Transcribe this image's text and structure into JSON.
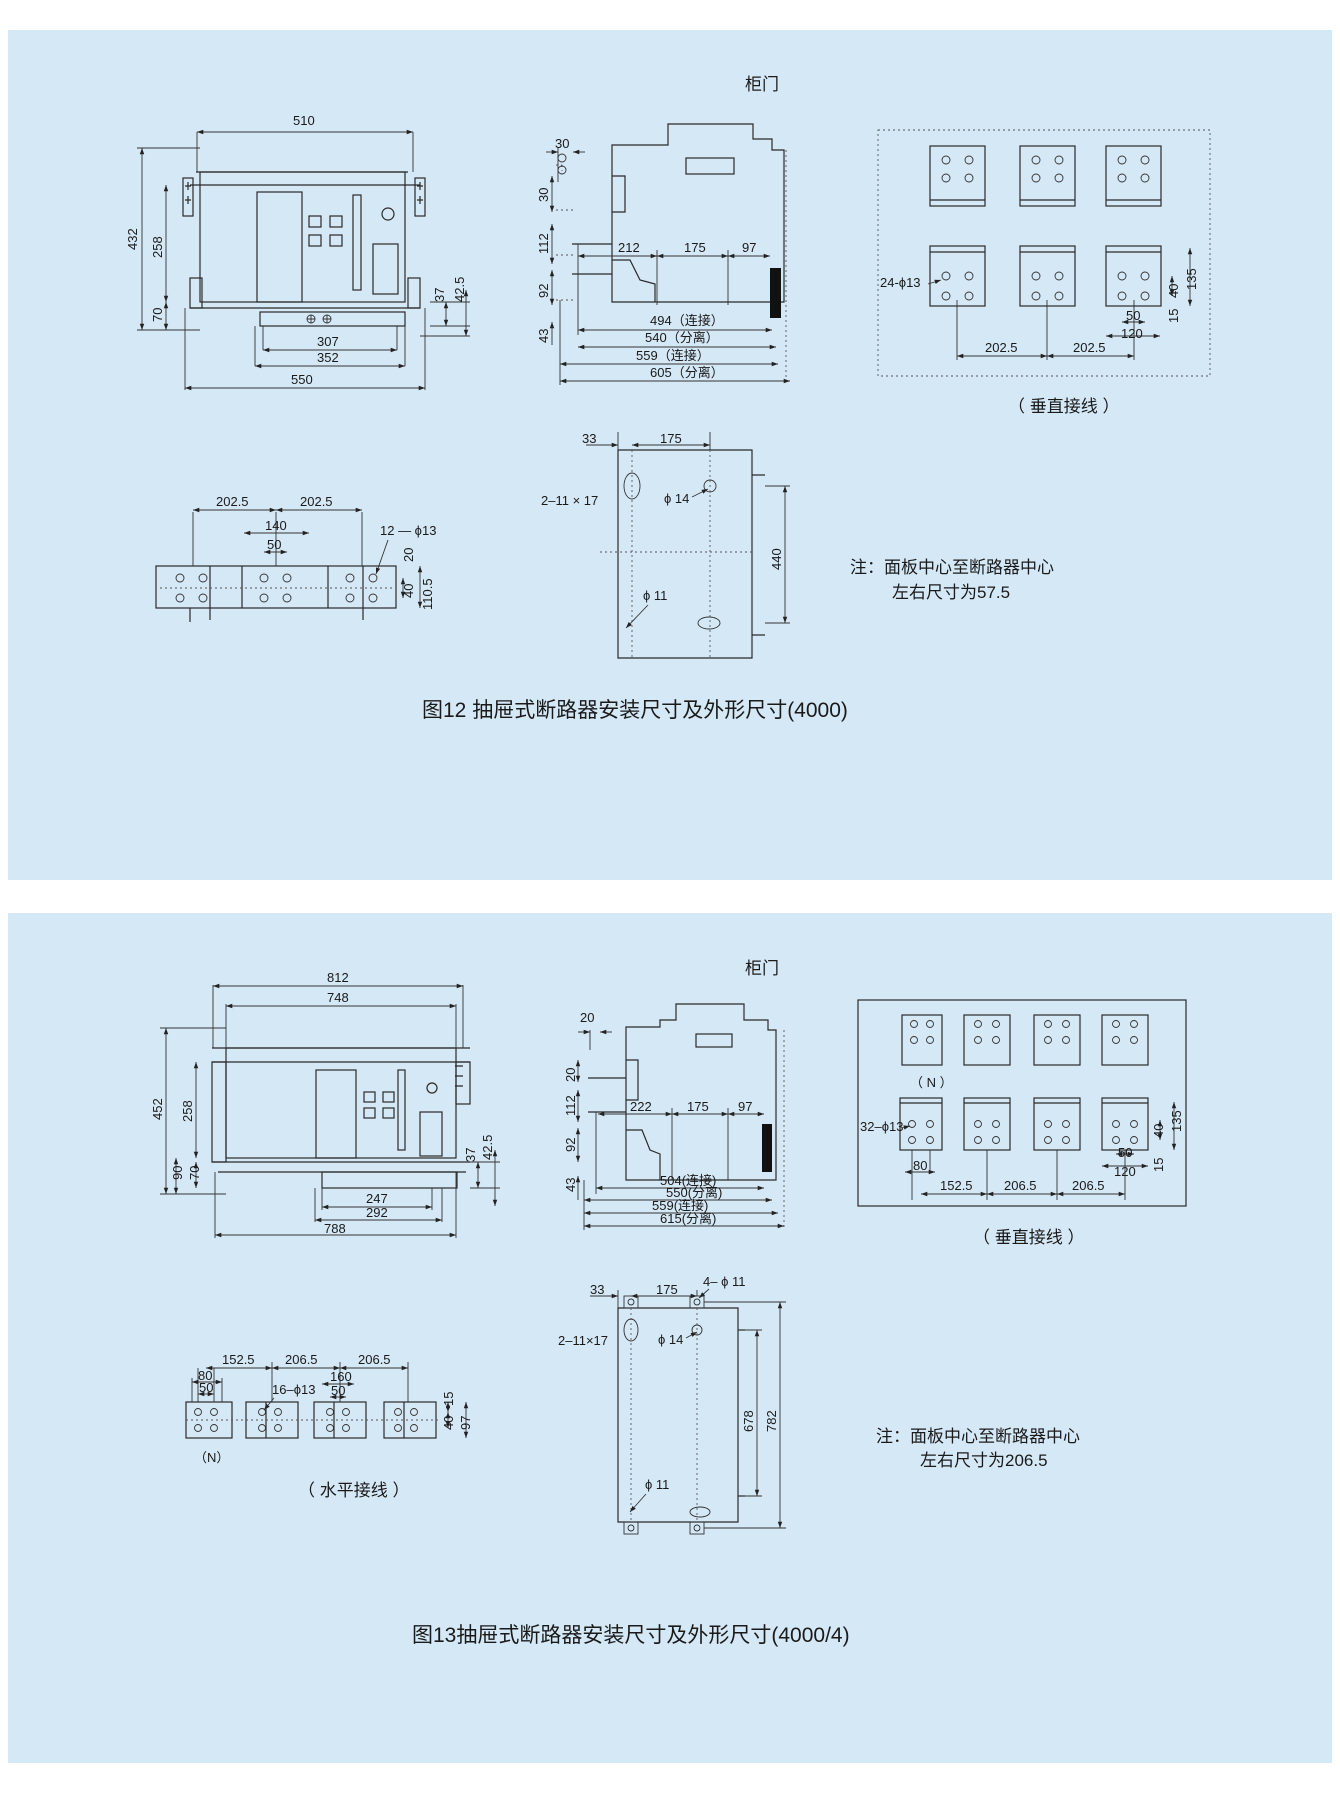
{
  "figure12": {
    "cabinet_door": "柜门",
    "front": {
      "w510": "510",
      "h432": "432",
      "h258": "258",
      "h70": "70",
      "d37": "37",
      "d42_5": "42.5",
      "w307": "307",
      "w352": "352",
      "w550": "550"
    },
    "side": {
      "d30top": "30",
      "d30": "30",
      "d112": "112",
      "d92": "92",
      "d43": "43",
      "d212": "212",
      "d175": "175",
      "d97": "97",
      "l494": "494（连接）",
      "l540": "540（分离）",
      "l559": "559（连接）",
      "l605": "605（分离）"
    },
    "vertical": {
      "holes": "24-ϕ13",
      "d40": "40",
      "d135": "135",
      "d15": "15",
      "d50": "50",
      "d120": "120",
      "s1": "202.5",
      "s2": "202.5",
      "title": "（ 垂直接线 ）"
    },
    "horizontal": {
      "s1": "202.5",
      "s2": "202.5",
      "d140": "140",
      "d50": "50",
      "holes": "12 — ϕ13",
      "d20": "20",
      "d40": "40",
      "d110_5": "110.5"
    },
    "mount": {
      "d33": "33",
      "d175": "175",
      "slot": "2–11 × 17",
      "phi14": "ϕ 14",
      "phi11": "ϕ 11",
      "d440": "440"
    },
    "note_line1": "注：面板中心至断路器中心",
    "note_line2": "左右尺寸为57.5",
    "caption": "图12 抽屉式断路器安装尺寸及外形尺寸(4000)"
  },
  "figure13": {
    "cabinet_door": "柜门",
    "front": {
      "w812": "812",
      "w748": "748",
      "h452": "452",
      "h258": "258",
      "h90": "90",
      "h70": "70",
      "d37": "37",
      "d42_5": "42.5",
      "w247": "247",
      "w292": "292",
      "w788": "788"
    },
    "side": {
      "d20top": "20",
      "d20": "20",
      "d112": "112",
      "d92": "92",
      "d43": "43",
      "d222": "222",
      "d175": "175",
      "d97": "97",
      "l504": "504(连接)",
      "l550": "550(分离)",
      "l559": "559(连接)",
      "l615": "615(分离)"
    },
    "vertical": {
      "n": "（ N ）",
      "holes": "32–ϕ13",
      "d40": "40",
      "d135": "135",
      "d50": "50",
      "d120": "120",
      "d15": "15",
      "d80": "80",
      "s1": "152.5",
      "s2": "206.5",
      "s3": "206.5",
      "title": "（ 垂直接线 ）"
    },
    "horizontal": {
      "d80": "80",
      "d50": "50",
      "s1": "152.5",
      "s2": "206.5",
      "s3": "206.5",
      "d160": "160",
      "d50b": "50",
      "holes": "16–ϕ13",
      "d15": "15",
      "d40": "40",
      "d97": "97",
      "n": "（N）",
      "title": "（ 水平接线 ）"
    },
    "mount": {
      "d33": "33",
      "d175": "175",
      "holes4": "4– ϕ 11",
      "slot": "2–11×17",
      "phi14": "ϕ 14",
      "phi11": "ϕ 11",
      "d678": "678",
      "d782": "782"
    },
    "note_line1": "注：面板中心至断路器中心",
    "note_line2": "左右尺寸为206.5",
    "caption": "图13抽屉式断路器安装尺寸及外形尺寸(4000/4)"
  }
}
